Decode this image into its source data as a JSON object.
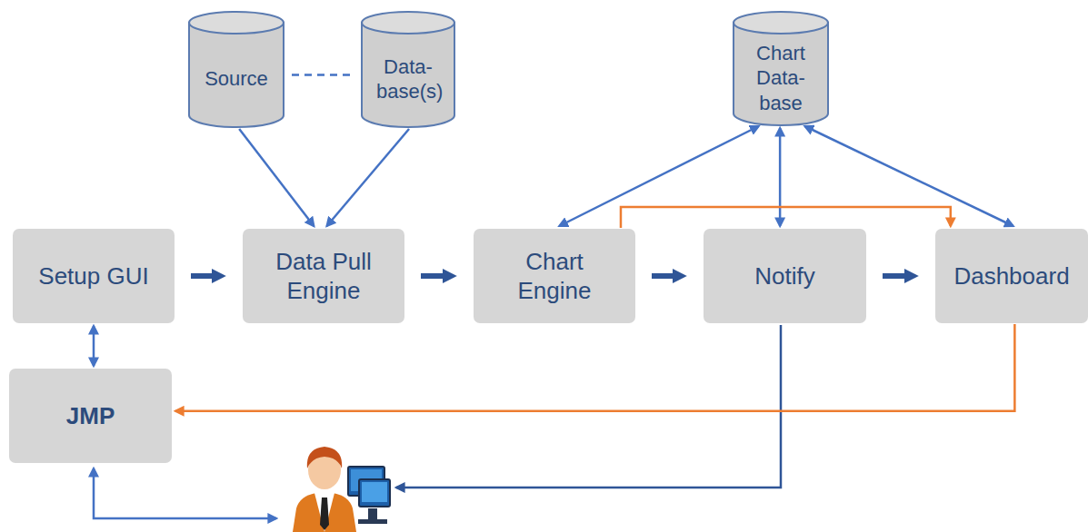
{
  "diagram": {
    "nodes": [
      {
        "text": [
          "Source"
        ]
      },
      {
        "text": [
          "Data- base(s)"
        ]
      },
      {
        "text": [
          "Chart Data- base"
        ]
      },
      {
        "text": [
          "Setup GUI"
        ]
      },
      {
        "text": [
          "Data Pull Engine"
        ]
      },
      {
        "text": [
          "Chart Engine"
        ]
      },
      {
        "text": [
          "Notify"
        ]
      },
      {
        "text": [
          "Dashboard"
        ]
      },
      {
        "text": [
          "JMP"
        ]
      }
    ],
    "edges": [
      {
        "from": 0,
        "to": 1,
        "arrow": "none"
      },
      {
        "from": 0,
        "to": 4,
        "arrow": "to"
      },
      {
        "from": 1,
        "to": 4,
        "arrow": "to"
      },
      {
        "from": 3,
        "to": 4,
        "arrow": "to"
      },
      {
        "from": 4,
        "to": 5,
        "arrow": "to"
      },
      {
        "from": 5,
        "to": 6,
        "arrow": "to"
      },
      {
        "from": 6,
        "to": 7,
        "arrow": "to"
      },
      {
        "from": 5,
        "to": 2,
        "arrow": "both"
      },
      {
        "from": 6,
        "to": 2,
        "arrow": "both"
      },
      {
        "from": 7,
        "to": 2,
        "arrow": "both"
      },
      {
        "from": 5,
        "to": 7,
        "arrow": "to"
      },
      {
        "from": 3,
        "to": 8,
        "arrow": "both"
      },
      {
        "from": 7,
        "to": 8,
        "arrow": "to"
      }
    ]
  }
}
